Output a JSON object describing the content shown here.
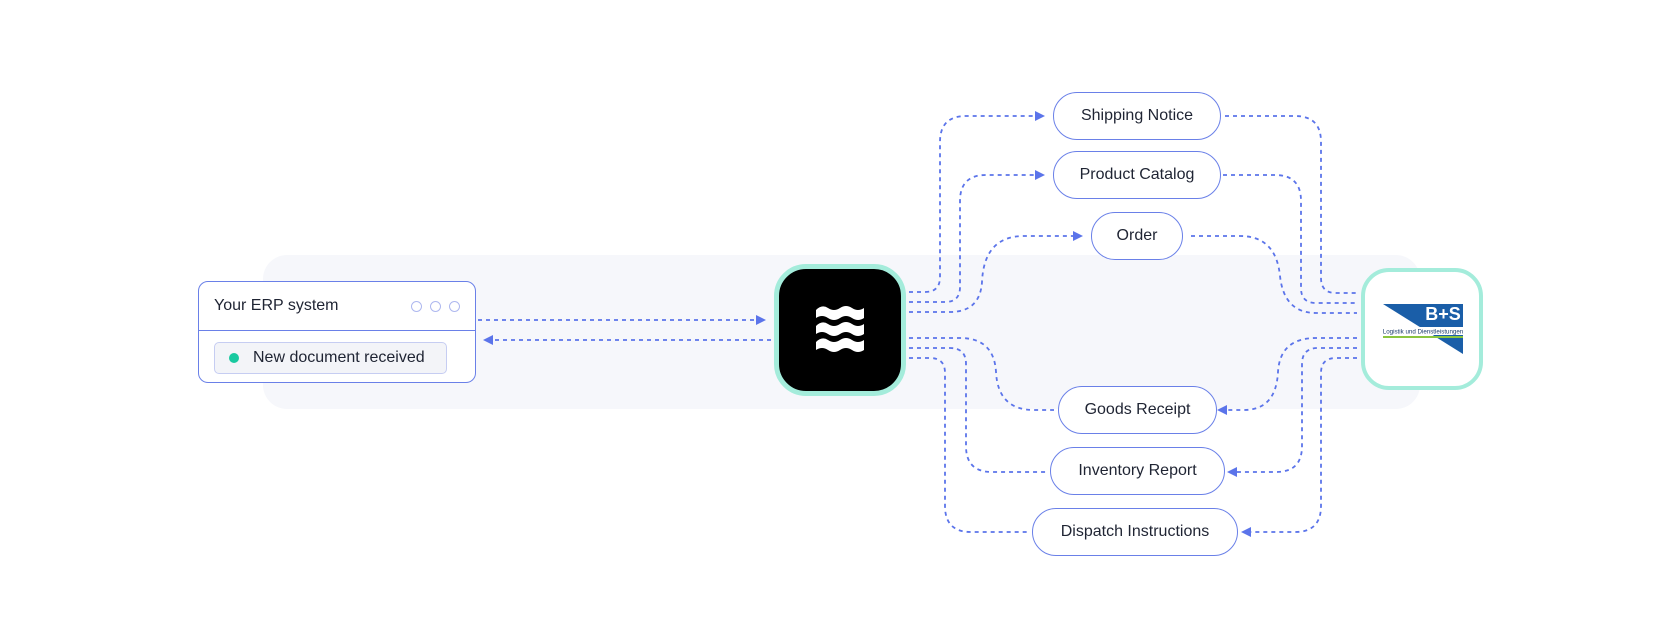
{
  "erp": {
    "title": "Your ERP system",
    "status_text": "New document received",
    "status_color": "#19c9a0"
  },
  "hub": {
    "icon": "waves-logo-icon"
  },
  "partner": {
    "logo_text": "B+S",
    "tagline": "Logistik und Dienstleistungen"
  },
  "outgoing_documents": [
    {
      "label": "Shipping Notice"
    },
    {
      "label": "Product Catalog"
    },
    {
      "label": "Order"
    }
  ],
  "incoming_documents": [
    {
      "label": "Goods Receipt"
    },
    {
      "label": "Inventory Report"
    },
    {
      "label": "Dispatch Instructions"
    }
  ],
  "colors": {
    "connector": "#5b74ea",
    "accent_border": "#a4ecdb",
    "pill_border": "#6a80e8",
    "partner_blue": "#1a5ea8",
    "partner_green": "#8bc53f"
  }
}
